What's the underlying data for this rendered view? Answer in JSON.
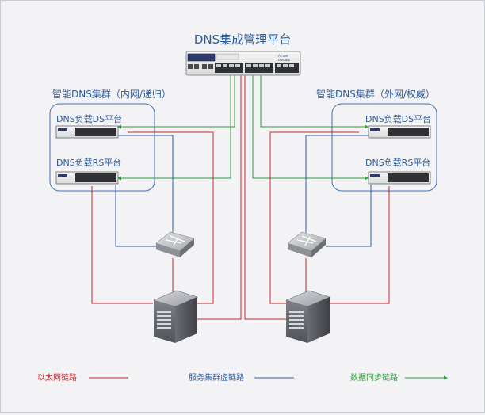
{
  "title": "DNS集成管理平台",
  "device_label_1": "Acme",
  "device_label_2": "DNS DDI",
  "left_cluster": {
    "title": "智能DNS集群（内网/递归）",
    "ds_label": "DNS负载DS平台",
    "rs_label": "DNS负载RS平台"
  },
  "right_cluster": {
    "title": "智能DNS集群（外网/权威）",
    "ds_label": "DNS负载DS平台",
    "rs_label": "DNS负载RS平台"
  },
  "legend": {
    "ethernet": "以太网链路",
    "cluster": "服务集群虚链路",
    "sync": "数据同步链路"
  },
  "colors": {
    "ethernet": "#c8262b",
    "cluster": "#2d5fa8",
    "sync": "#2f9a3a",
    "text": "#2d5b9a"
  }
}
